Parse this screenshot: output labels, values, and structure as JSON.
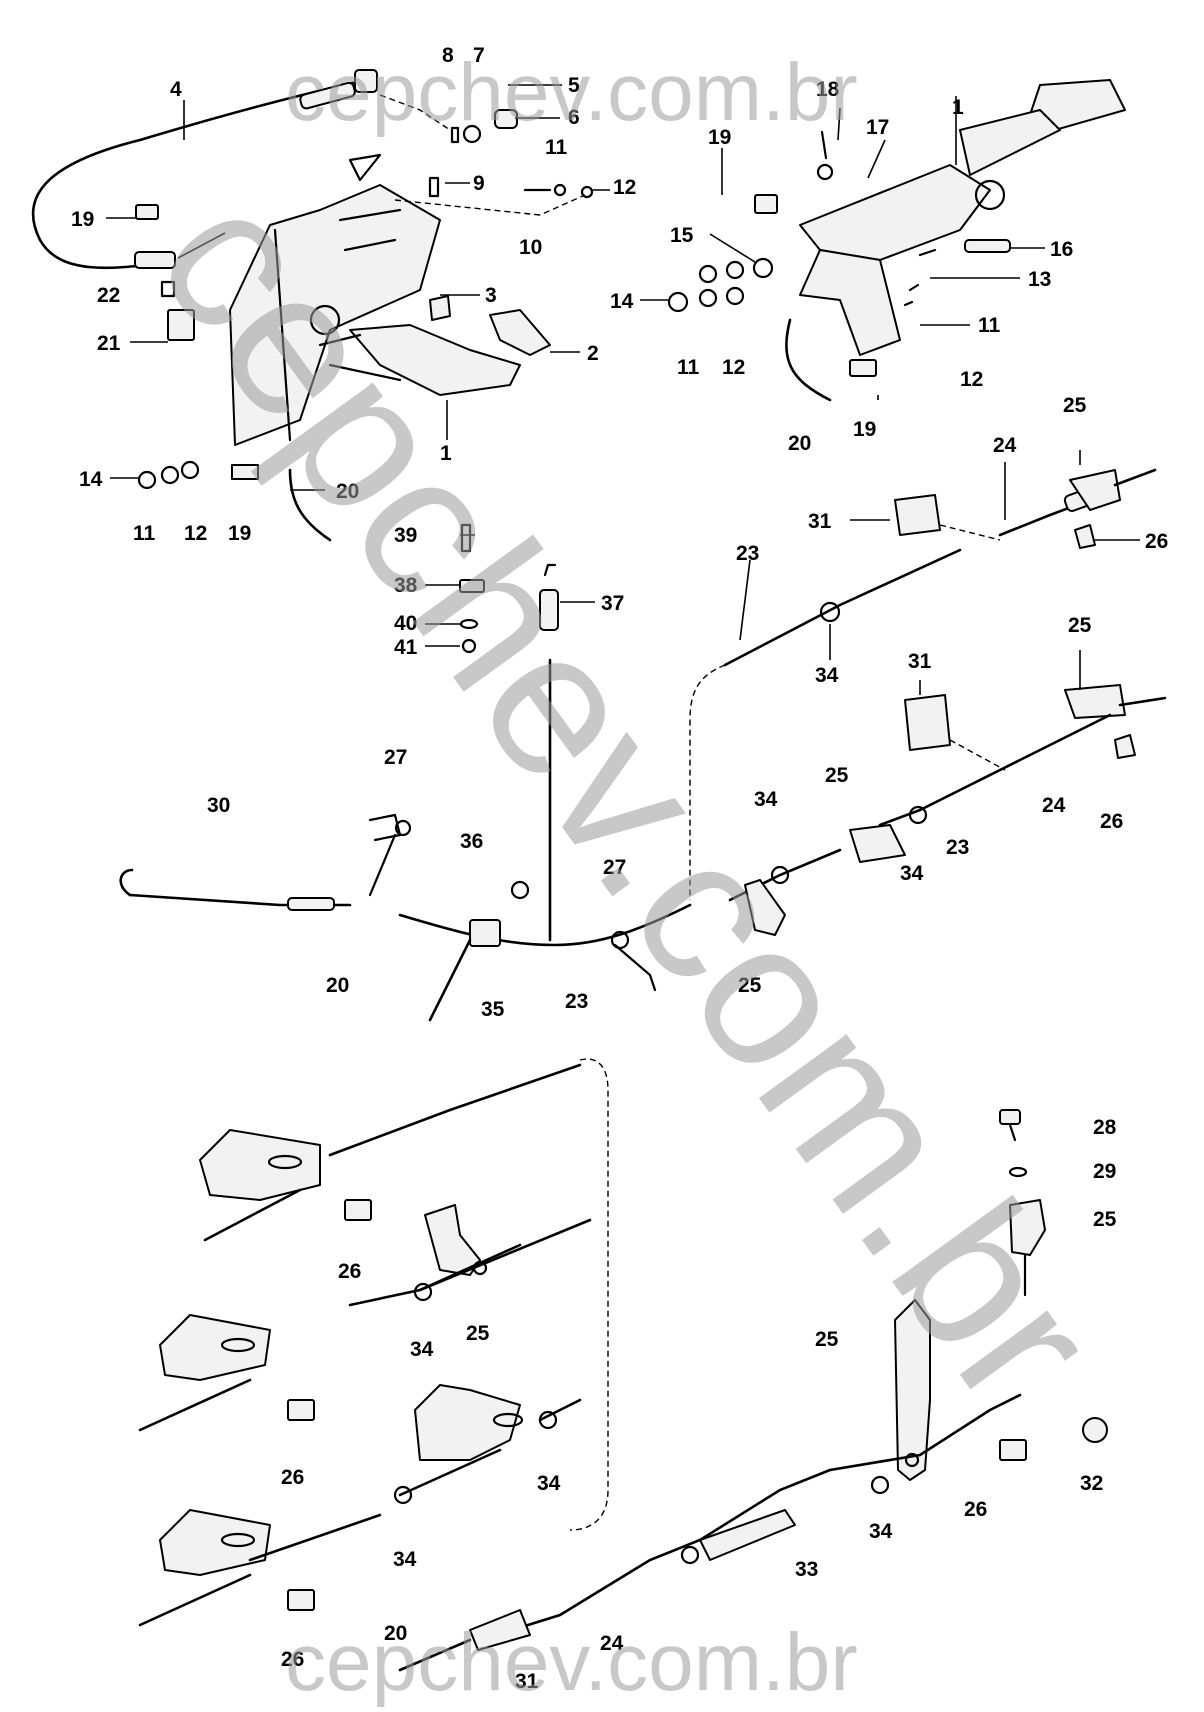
{
  "watermark": {
    "top": "cepchev.com.br",
    "diagonal": "cepchev.com.br",
    "bottom": "cepchev.com.br"
  },
  "callouts": {
    "c1": "1",
    "c2": "2",
    "c3": "3",
    "c4": "4",
    "c5": "5",
    "c6": "6",
    "c7": "7",
    "c8": "8",
    "c9": "9",
    "c10": "10",
    "c11": "11",
    "c12": "12",
    "c13": "13",
    "c14": "14",
    "c15": "15",
    "c16": "16",
    "c17": "17",
    "c18": "18",
    "c19": "19",
    "c20": "20",
    "c21": "21",
    "c22": "22",
    "c23": "23",
    "c24": "24",
    "c25": "25",
    "c26": "26",
    "c27": "27",
    "c28": "28",
    "c29": "29",
    "c30": "30",
    "c31": "31",
    "c32": "32",
    "c33": "33",
    "c34": "34",
    "c35": "35",
    "c36": "36",
    "c37": "37",
    "c38": "38",
    "c39": "39",
    "c40": "40",
    "c41": "41"
  }
}
